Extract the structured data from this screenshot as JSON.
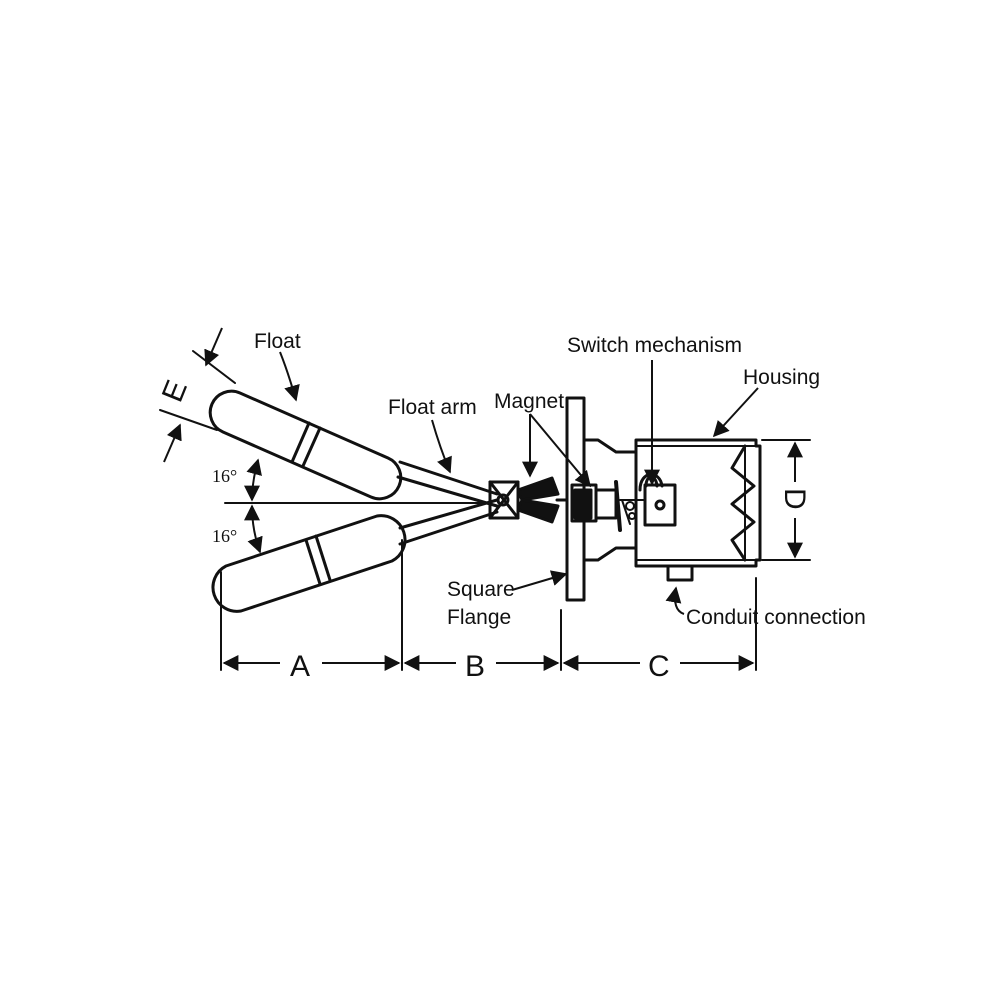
{
  "labels": {
    "float": "Float",
    "float_arm": "Float arm",
    "magnet": "Magnet",
    "switch_mechanism": "Switch mechanism",
    "housing": "Housing",
    "square_flange_line1": "Square",
    "square_flange_line2": "Flange",
    "conduit_connection": "Conduit connection"
  },
  "dimensions": {
    "a": "A",
    "b": "B",
    "c": "C",
    "d": "D",
    "e": "E"
  },
  "angles": {
    "upper": "16°",
    "lower": "16°"
  },
  "colors": {
    "ink": "#111111",
    "background": "#ffffff"
  }
}
